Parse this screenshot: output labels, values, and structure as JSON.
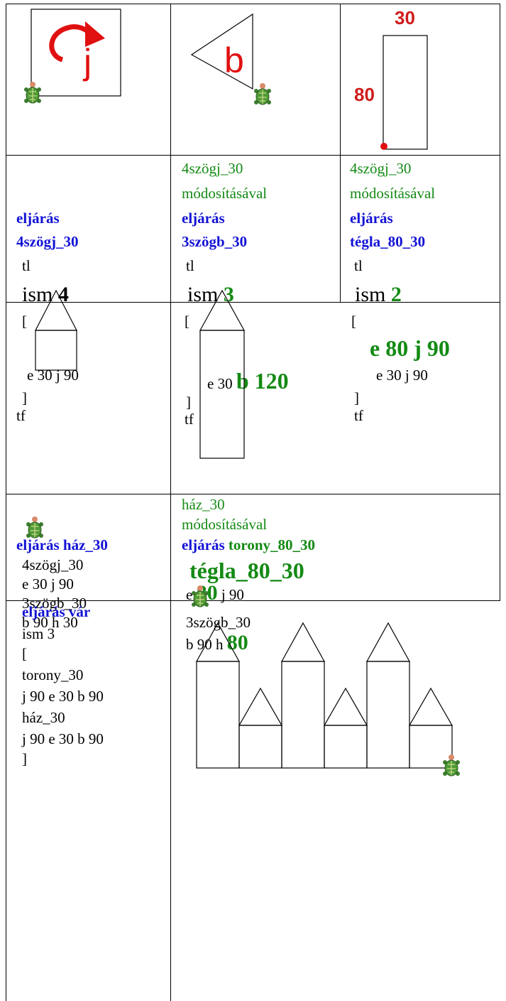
{
  "row1": {
    "rect_labels": {
      "top": "30",
      "left": "80"
    },
    "turn_letters": {
      "right_turn": "j",
      "left_turn": "b"
    }
  },
  "row2": {
    "col1": {
      "keyword": "eljárás",
      "name": "4szögj_30",
      "lines": [
        "tl",
        "ism",
        "4",
        "[",
        "e 30 j 90",
        "]",
        "tf"
      ]
    },
    "col2": {
      "note": [
        "4szögj_30",
        "módosításával"
      ],
      "keyword": "eljárás",
      "name": "3szögb_30",
      "lines": [
        "tl",
        "ism",
        "3",
        "[",
        "e 30",
        "b 120",
        "]",
        "tf"
      ]
    },
    "col3": {
      "note": [
        "4szögj_30",
        "módosításával"
      ],
      "keyword": "eljárás",
      "name": "tégla_80_30",
      "lines": [
        "tl",
        "ism",
        "2",
        "[",
        "e 80 j 90",
        "e 30 j 90",
        "]",
        "tf"
      ]
    }
  },
  "row4": {
    "col1": {
      "title": "eljárás ház_30",
      "lines": [
        "4szögj_30",
        "e 30 j 90",
        "3szögb_30",
        "b 90 h 30"
      ]
    },
    "col2": {
      "note": [
        "ház_30",
        "módosításával"
      ],
      "keyword": "eljárás",
      "name": "torony_80_30",
      "big": "tégla_80_30",
      "lines": [
        "e",
        "80",
        "j 90",
        "3szögb_30",
        "b 90 h",
        "80"
      ]
    }
  },
  "row5": {
    "col1": {
      "title": "eljárás vár",
      "lines": [
        "ism 3",
        "[",
        "torony_30",
        "j 90 e 30 b 90",
        "ház_30",
        "j 90 e 30 b 90",
        "]"
      ]
    }
  },
  "colors": {
    "keyword_blue": "#1212d6",
    "mod_green": "#148a14",
    "arrow_red": "#e01010"
  }
}
